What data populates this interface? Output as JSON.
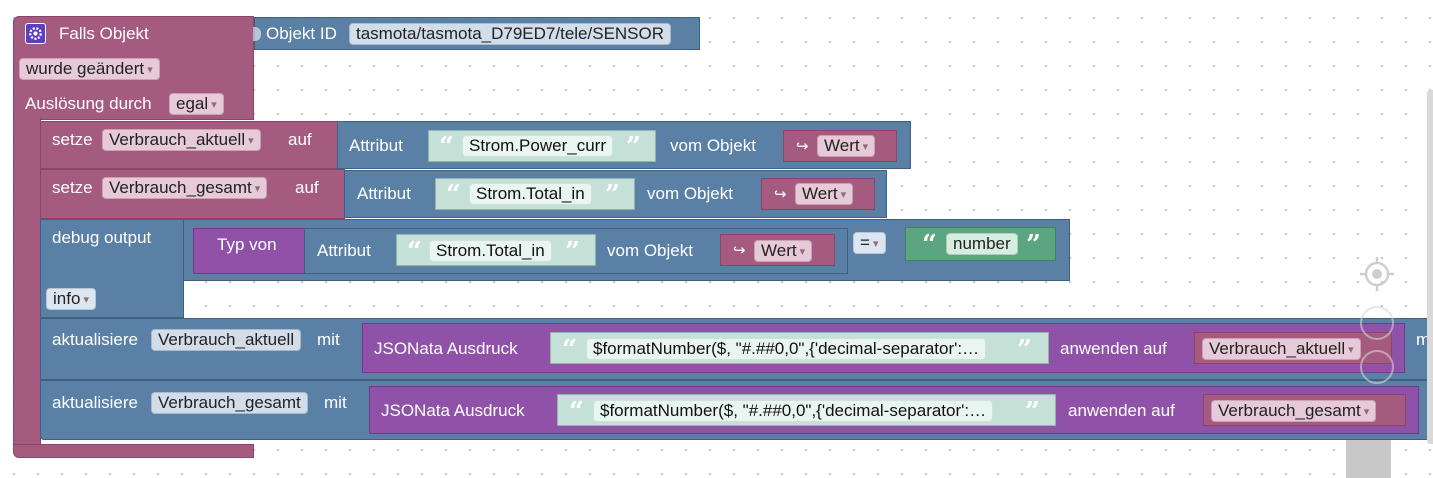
{
  "trigger": {
    "title": "Falls Objekt",
    "changed": "wurde geändert",
    "source_label": "Auslösung durch",
    "source_value": "egal",
    "object_id_label": "Objekt ID",
    "object_id": "tasmota/tasmota_D79ED7/tele/SENSOR"
  },
  "set_current": {
    "label": "setze",
    "var": "Verbrauch_aktuell",
    "auf": "auf",
    "attr_label": "Attribut",
    "attr": "Strom.Power_curr",
    "from": "vom Objekt",
    "value": "Wert"
  },
  "set_total": {
    "label": "setze",
    "var": "Verbrauch_gesamt",
    "auf": "auf",
    "attr_label": "Attribut",
    "attr": "Strom.Total_in",
    "from": "vom Objekt",
    "value": "Wert"
  },
  "debug": {
    "label": "debug output",
    "typeof": "Typ von",
    "attr_label": "Attribut",
    "attr": "Strom.Total_in",
    "from": "vom Objekt",
    "value": "Wert",
    "op": "=",
    "compare": "number",
    "level": "info"
  },
  "update_current": {
    "label": "aktualisiere",
    "var": "Verbrauch_aktuell",
    "mit": "mit",
    "jsonata": "JSONata Ausdruck",
    "expr": "$formatNumber($, \"#.##0,0\",{'decimal-separator':…",
    "apply": "anwenden auf",
    "target": "Verbrauch_aktuell",
    "overflow": "m"
  },
  "update_total": {
    "label": "aktualisiere",
    "var": "Verbrauch_gesamt",
    "mit": "mit",
    "jsonata": "JSONata Ausdruck",
    "expr": "$formatNumber($, \"#.##0,0\",{'decimal-separator':…",
    "apply": "anwenden auf",
    "target": "Verbrauch_gesamt"
  },
  "icons": {
    "gear": "gear-icon",
    "link": "return-arrow-icon",
    "quote_open": "quote-open-icon",
    "quote_close": "quote-close-icon",
    "recenter": "recenter-icon"
  }
}
